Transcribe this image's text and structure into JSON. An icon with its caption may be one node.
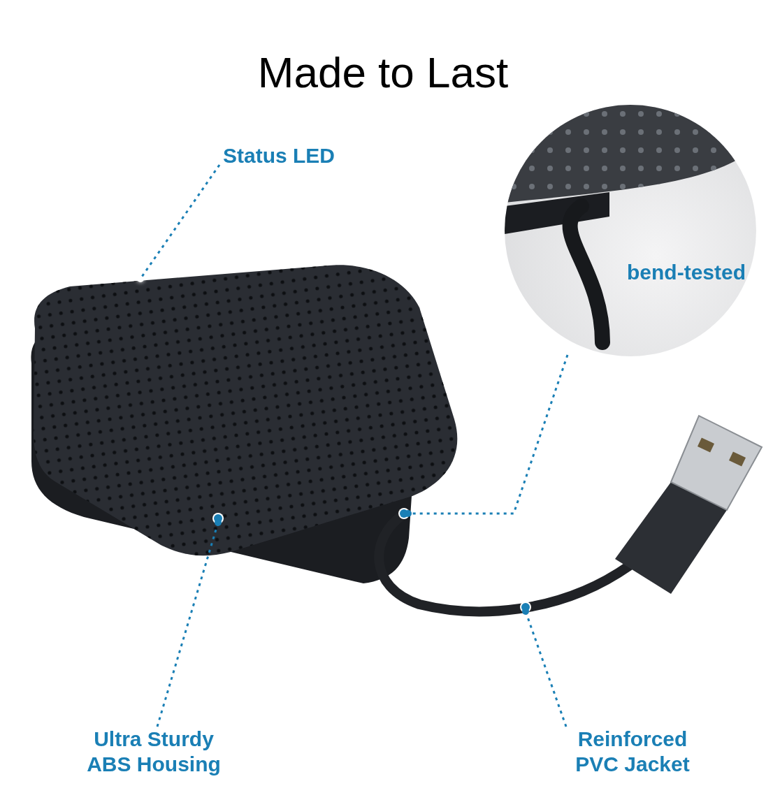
{
  "diagram": {
    "title": "Made to Last",
    "nodes": [
      {
        "text": [
          "Status LED"
        ]
      },
      {
        "text": [
          "bend-tested"
        ]
      },
      {
        "text": [],
        "shape": "circle"
      },
      {
        "text": [],
        "shape": "circle"
      },
      {
        "text": [],
        "shape": "circle"
      },
      {
        "text": [],
        "shape": "circle"
      },
      {
        "text": [
          "Ultra Sturdy ABS Housing"
        ]
      },
      {
        "text": [
          "Reinforced PVC Jacket"
        ]
      }
    ],
    "edges": [
      {
        "from": 0,
        "to": 2,
        "arrow": "none",
        "style": "dashed"
      },
      {
        "from": 1,
        "to": 3,
        "arrow": "other",
        "style": "dashed"
      },
      {
        "from": 6,
        "to": 4,
        "arrow": "other",
        "style": "dashed"
      },
      {
        "from": 7,
        "to": 5,
        "arrow": "other",
        "style": "dashed"
      }
    ]
  }
}
